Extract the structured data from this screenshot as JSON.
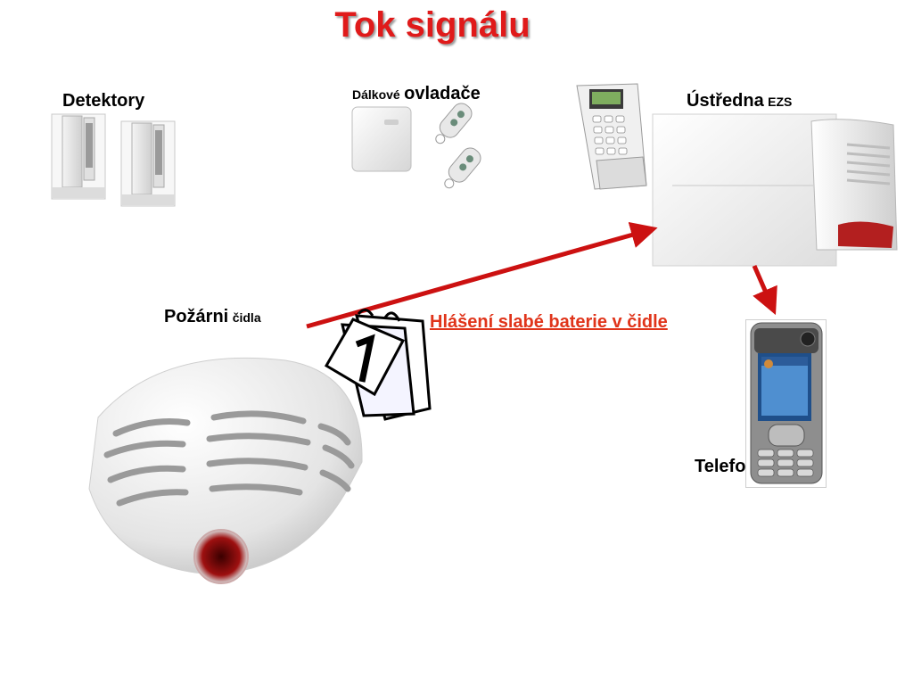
{
  "title": "Tok signálu",
  "labels": {
    "detectors": "Detektory",
    "remote_main": "ovladače",
    "remote_prefix": "Dálkové",
    "panel_main": "Ústředna",
    "panel_suffix": "EZS",
    "fire_main": "Požárni",
    "fire_suffix": "čidla",
    "phone": "Telefon",
    "low_battery": "Hlášení slabé baterie v čidle"
  },
  "colors": {
    "title": "#e01a1a",
    "arrow": "#cc1111",
    "warning_text": "#e0341a"
  },
  "icons": [
    "window-detector-icon",
    "remote-receiver-icon",
    "key-fob-icon",
    "keypad-icon",
    "control-panel-icon",
    "siren-icon",
    "smoke-detector-icon",
    "calendar-icon",
    "mobile-phone-icon"
  ]
}
